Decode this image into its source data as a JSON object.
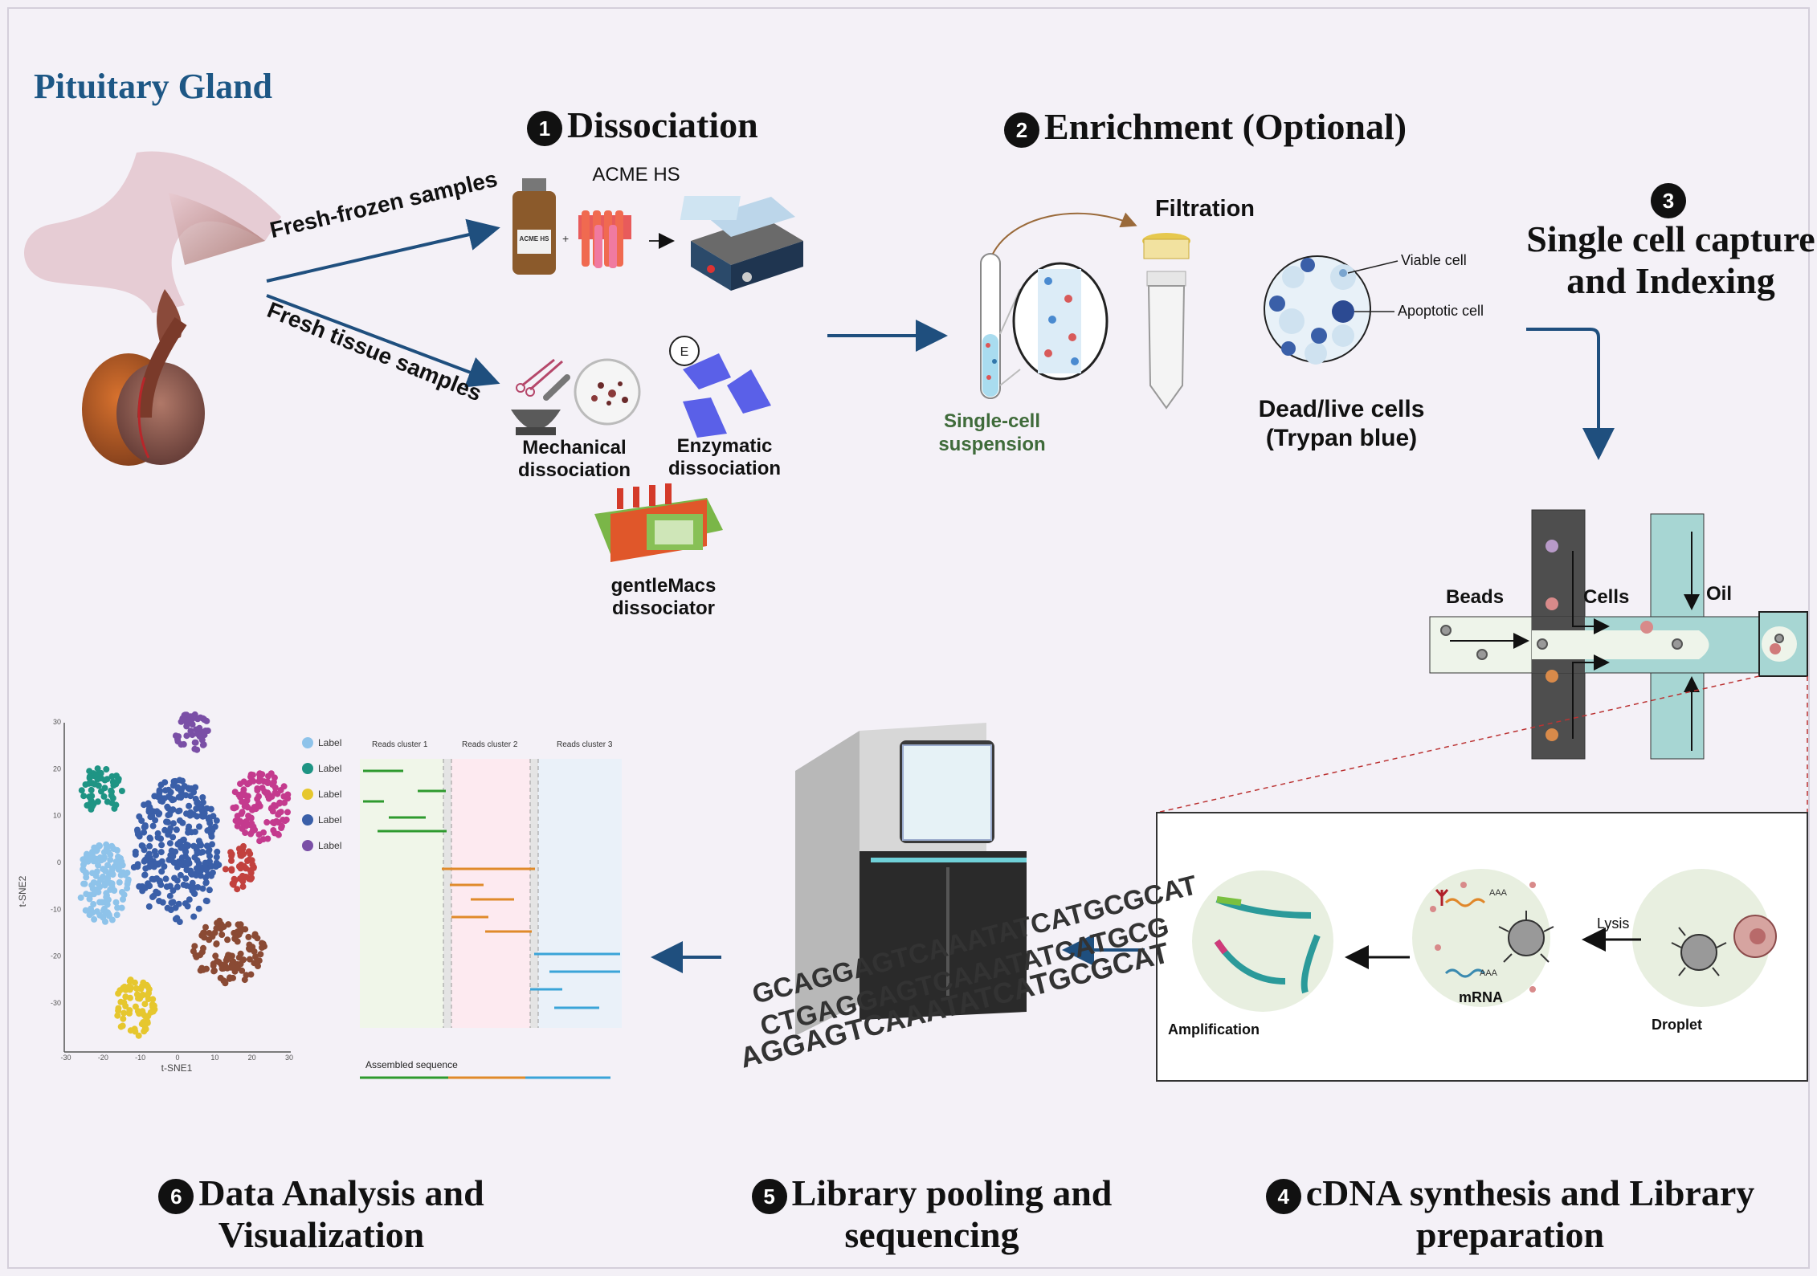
{
  "title": "Pituitary Gland",
  "steps": {
    "s1": {
      "num": "1",
      "label": "Dissociation"
    },
    "s2": {
      "num": "2",
      "label": "Enrichment (Optional)"
    },
    "s3": {
      "num": "3",
      "label_line1": "Single cell capture",
      "label_line2": "and Indexing"
    },
    "s4": {
      "num": "4",
      "label_line1": "cDNA synthesis and Library",
      "label_line2": "preparation"
    },
    "s5": {
      "num": "5",
      "label_line1": "Library pooling and",
      "label_line2": "sequencing"
    },
    "s6": {
      "num": "6",
      "label_line1": "Data Analysis and",
      "label_line2": "Visualization"
    }
  },
  "samples": {
    "frozen": "Fresh-frozen samples",
    "fresh": "Fresh tissue samples"
  },
  "dissociation": {
    "acme": "ACME HS",
    "acme_bottle": "ACME HS",
    "mechanical_1": "Mechanical",
    "mechanical_2": "dissociation",
    "enzymatic_1": "Enzymatic",
    "enzymatic_2": "dissociation",
    "enzyme_badge": "E",
    "gentle_1": "gentleMacs",
    "gentle_2": "dissociator"
  },
  "enrichment": {
    "filtration": "Filtration",
    "suspension_1": "Single-cell",
    "suspension_2": "suspension",
    "viable": "Viable cell",
    "apoptotic": "Apoptotic cell",
    "deadlive_1": "Dead/live cells",
    "deadlive_2": "(Trypan blue)"
  },
  "capture": {
    "beads": "Beads",
    "cells": "Cells",
    "oil": "Oil"
  },
  "cdna": {
    "lysis": "Lysis",
    "droplet": "Droplet",
    "mrna": "mRNA",
    "amplification": "Amplification",
    "aaa": "AAA"
  },
  "sequencing": {
    "seq1": "AGGAGTCAAATATCATGCGCAT",
    "seq2": "CTGAGGAGTCAAATATCATGCG",
    "seq3": "GCAGGAGTCAAATATCATGCGCAT"
  },
  "analysis": {
    "xlabel": "t-SNE1",
    "ylabel": "t-SNE2",
    "xticks": [
      "-30",
      "-20",
      "-10",
      "0",
      "10",
      "20",
      "30"
    ],
    "yticks": [
      "30",
      "20",
      "10",
      "0",
      "-10",
      "-20",
      "-30"
    ],
    "legend": [
      "Label",
      "Label",
      "Label",
      "Label",
      "Label"
    ],
    "colors": {
      "light_blue": "#8ec3ea",
      "teal": "#1e9484",
      "yellow": "#e6c72e",
      "blue": "#3a5fa8",
      "purple": "#7a4fa6",
      "magenta": "#c43a8e",
      "red": "#c2413e",
      "brown": "#8a4a34"
    },
    "reads": [
      "Reads cluster 1",
      "Reads cluster 2",
      "Reads cluster 3"
    ],
    "assembled": "Assembled sequence"
  }
}
